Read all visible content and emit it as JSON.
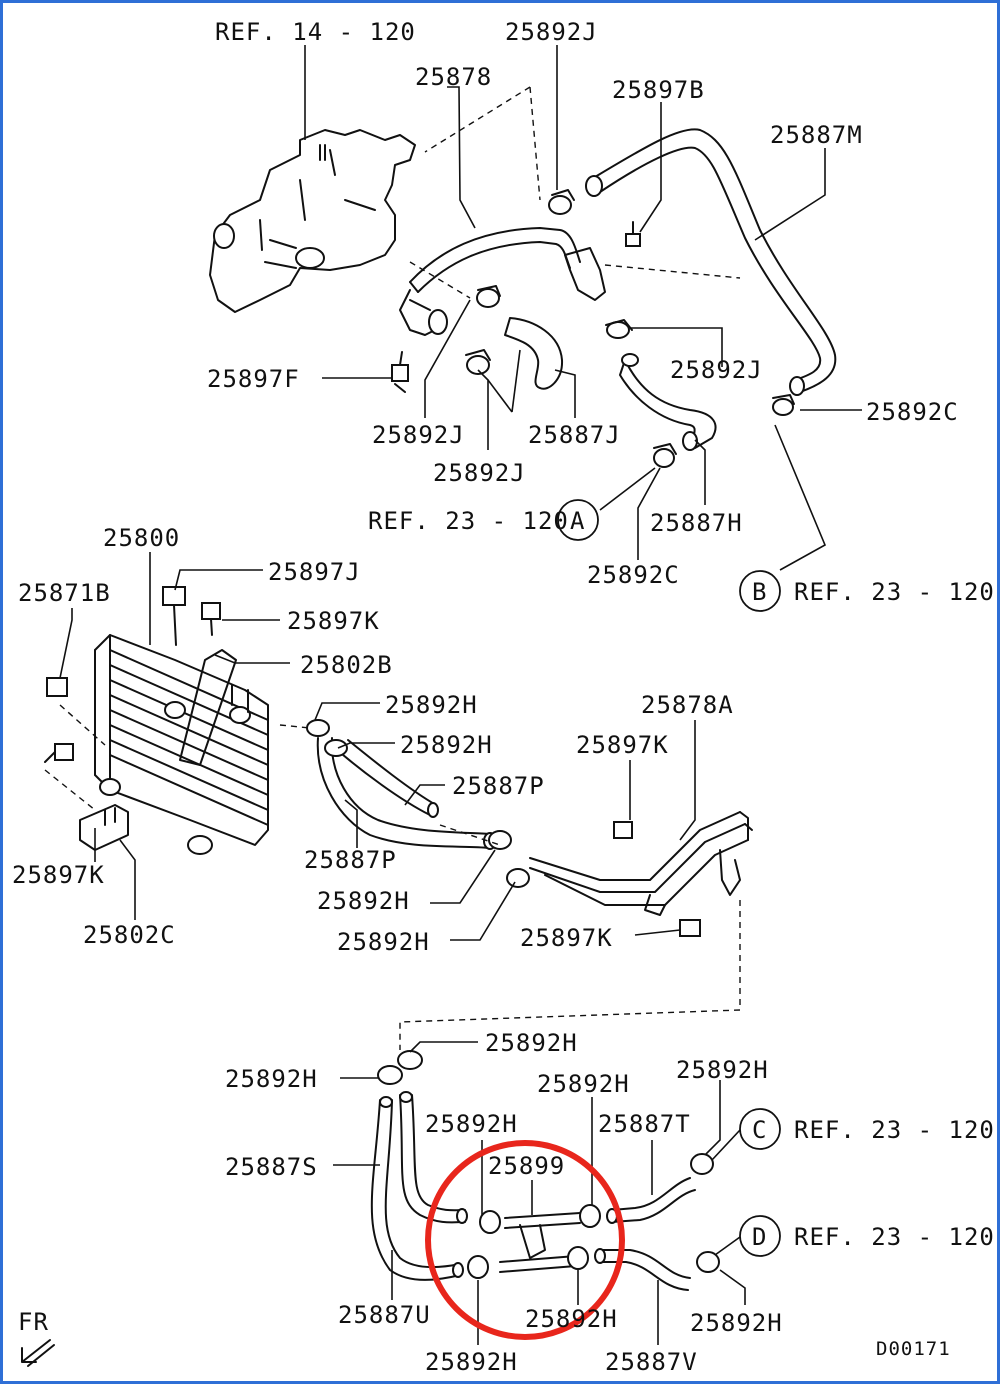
{
  "diagram": {
    "code": "D00171",
    "fr_label": "FR",
    "refs": {
      "r14": "REF. 14 - 120",
      "ra": "REF. 23 - 120",
      "rb": "REF. 23 - 120",
      "rc": "REF. 23 - 120",
      "rd": "REF. 23 - 120"
    },
    "ref_letters": {
      "a": "A",
      "b": "B",
      "c": "C",
      "d": "D"
    },
    "labels": {
      "l01": "25892J",
      "l02": "25878",
      "l03": "25897B",
      "l04": "25887M",
      "l05": "25897F",
      "l06": "25892J",
      "l07": "25892J",
      "l08": "25887J",
      "l09": "25892J",
      "l10": "25892C",
      "l11": "25887H",
      "l12": "25892C",
      "l13": "25800",
      "l14": "25897J",
      "l15": "25871B",
      "l16": "25897K",
      "l17": "25802B",
      "l18": "25892H",
      "l19": "25878A",
      "l20": "25892H",
      "l21": "25897K",
      "l22": "25887P",
      "l23": "25887P",
      "l24": "25897K",
      "l25": "25892H",
      "l26": "25802C",
      "l27": "25892H",
      "l28": "25897K",
      "l29": "25892H",
      "l30": "25892H",
      "l31": "25892H",
      "l32": "25892H",
      "l33": "25892H",
      "l34": "25887T",
      "l35": "25887S",
      "l36": "25899",
      "l37": "25887U",
      "l38": "25892H",
      "l39": "25892H",
      "l40": "25892H",
      "l41": "25887V"
    },
    "highlight_color": "#e8261c",
    "frame_color": "#2f6fd6"
  }
}
